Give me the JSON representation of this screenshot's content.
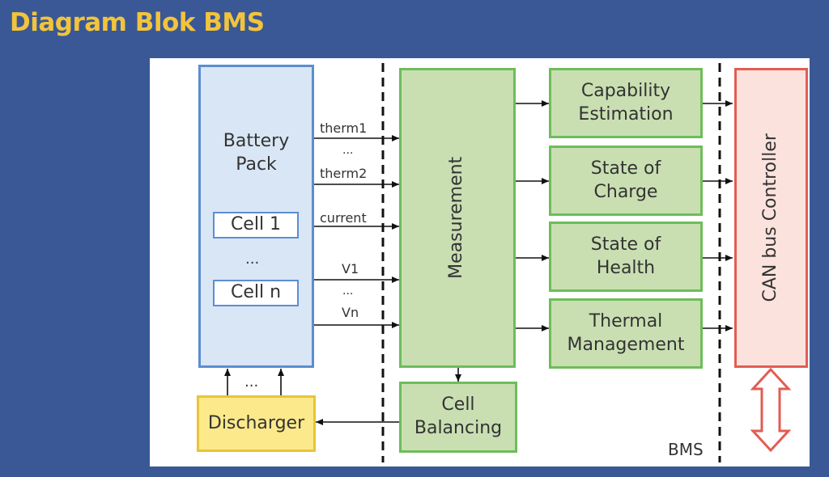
{
  "title": "Diagram Blok BMS",
  "battery_pack": {
    "label": "Battery\nPack",
    "cell1": "Cell 1",
    "ellipsis": "...",
    "celln": "Cell n"
  },
  "signals": {
    "therm1": "therm1",
    "dots1": "...",
    "therm2": "therm2",
    "current": "current",
    "v1": "V1",
    "dots2": "...",
    "vn": "Vn"
  },
  "measurement": "Measurement",
  "capability": "Capability\nEstimation",
  "soc": "State of\nCharge",
  "soh": "State of\nHealth",
  "thermal": "Thermal\nManagement",
  "can": "CAN bus Controller",
  "cell_balancing": "Cell\nBalancing",
  "discharger": "Discharger",
  "discharger_dots": "...",
  "bms_label": "BMS"
}
